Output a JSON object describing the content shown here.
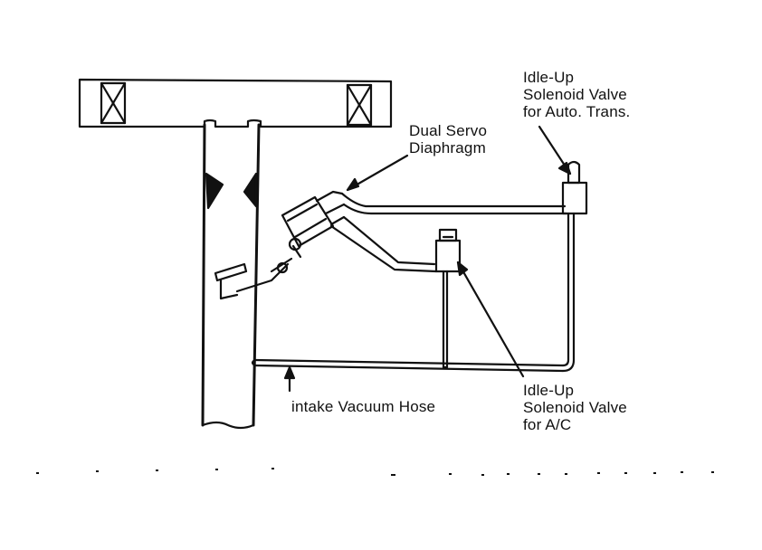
{
  "labels": {
    "dual_servo": [
      "Dual Servo",
      "Diaphragm"
    ],
    "idle_up_at": [
      "Idle-Up",
      "Solenoid Valve",
      "for Auto. Trans."
    ],
    "idle_up_ac": [
      "Idle-Up",
      "Solenoid Valve",
      "for A/C"
    ],
    "intake_hose": "intake Vacuum Hose"
  },
  "colors": {
    "ink": "#111111",
    "paper": "#ffffff"
  }
}
